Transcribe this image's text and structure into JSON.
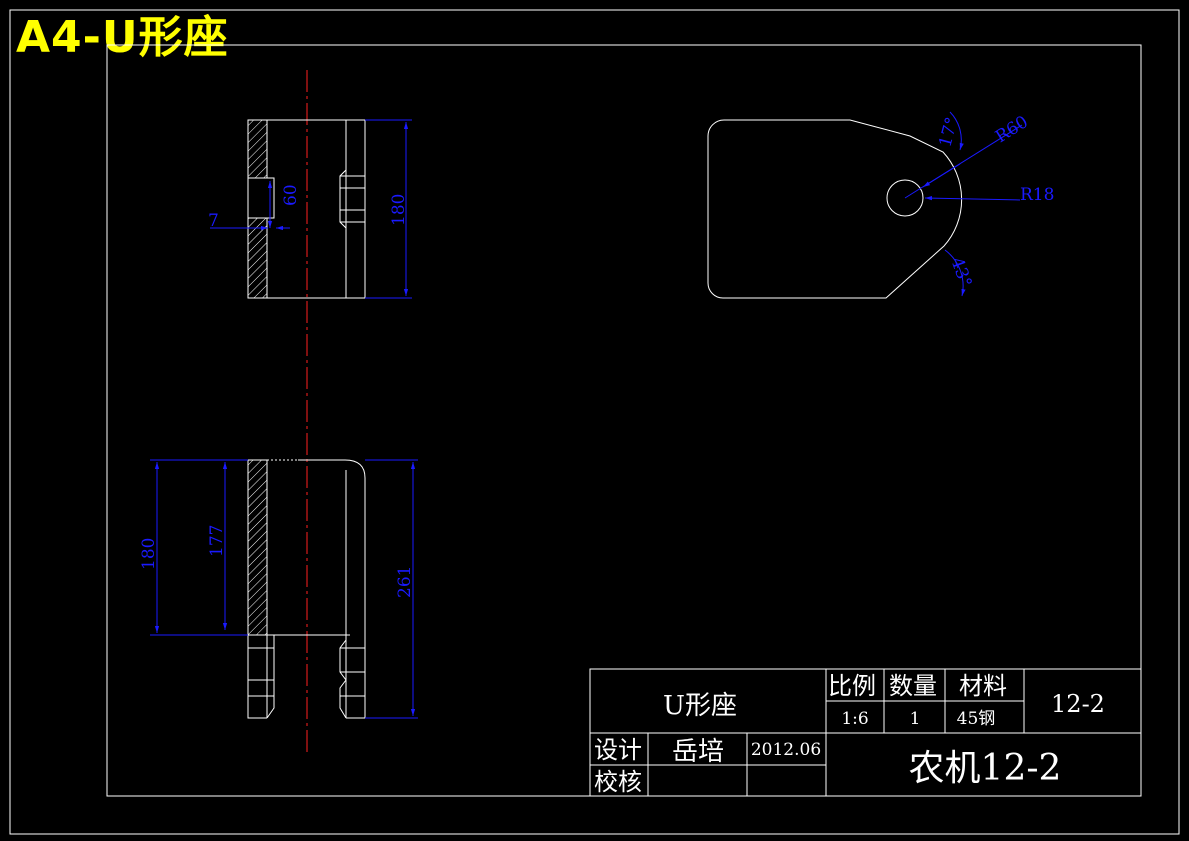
{
  "drawing_title": "A4-U形座",
  "dimensions": {
    "top_view": [
      "7",
      "60",
      "180"
    ],
    "side_view": [
      "17°",
      "R60",
      "R18",
      "43°"
    ],
    "bottom_view": [
      "180",
      "177",
      "261"
    ]
  },
  "title_block": {
    "part_name": "U形座",
    "headers": {
      "scale": "比例",
      "quantity": "数量",
      "material": "材料"
    },
    "values": {
      "scale": "1:6",
      "quantity": "1",
      "material": "45钢"
    },
    "drawing_number": "12-2",
    "designed_by_label": "设计",
    "designer": "岳培",
    "date": "2012.06",
    "checked_by_label": "校核",
    "project": "农机12-2"
  },
  "colors": {
    "background": "#000000",
    "outline": "#ffffff",
    "dimension": "#1a1aff",
    "centerline": "#ff2020",
    "banner": "#ffff00"
  }
}
